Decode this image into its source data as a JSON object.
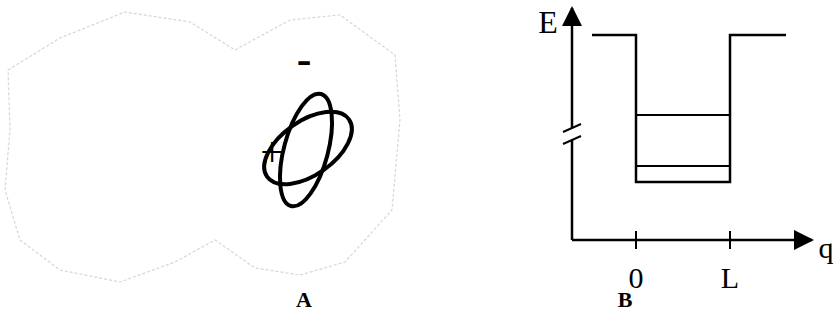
{
  "diagram": {
    "labels": [
      "-",
      "+",
      "E",
      "0",
      "L",
      "q",
      "A",
      "B"
    ]
  }
}
